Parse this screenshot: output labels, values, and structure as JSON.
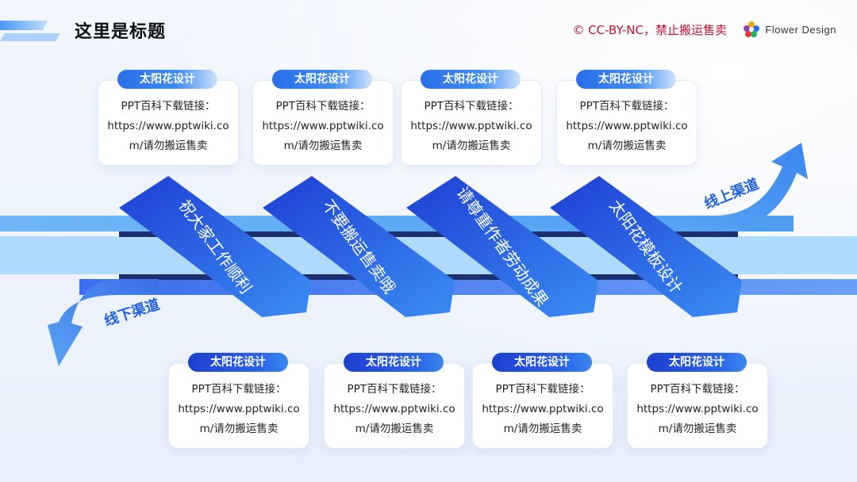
{
  "header": {
    "title": "这里是标题",
    "copyright": "© CC-BY-NC，禁止搬运售卖",
    "brand": "Flower Design"
  },
  "channels": {
    "online": "线上渠道",
    "offline": "线下渠道"
  },
  "blocks": [
    {
      "text": "祝大家工作顺利"
    },
    {
      "text": "不要搬运售卖哦"
    },
    {
      "text": "请尊重作者劳动成果"
    },
    {
      "text": "太阳花模板设计"
    }
  ],
  "top_cards": [
    {
      "pill": "太阳花设计",
      "line1": "PPT百科下载链接：",
      "line2": "https://www.pptwiki.co",
      "line3": "m/请勿搬运售卖"
    },
    {
      "pill": "太阳花设计",
      "line1": "PPT百科下载链接：",
      "line2": "https://www.pptwiki.co",
      "line3": "m/请勿搬运售卖"
    },
    {
      "pill": "太阳花设计",
      "line1": "PPT百科下载链接：",
      "line2": "https://www.pptwiki.co",
      "line3": "m/请勿搬运售卖"
    },
    {
      "pill": "太阳花设计",
      "line1": "PPT百科下载链接：",
      "line2": "https://www.pptwiki.co",
      "line3": "m/请勿搬运售卖"
    }
  ],
  "bottom_cards": [
    {
      "pill": "太阳花设计",
      "line1": "PPT百科下载链接：",
      "line2": "https://www.pptwiki.co",
      "line3": "m/请勿搬运售卖"
    },
    {
      "pill": "太阳花设计",
      "line1": "PPT百科下载链接：",
      "line2": "https://www.pptwiki.co",
      "line3": "m/请勿搬运售卖"
    },
    {
      "pill": "太阳花设计",
      "line1": "PPT百科下载链接：",
      "line2": "https://www.pptwiki.co",
      "line3": "m/请勿搬运售卖"
    },
    {
      "pill": "太阳花设计",
      "line1": "PPT百科下载链接：",
      "line2": "https://www.pptwiki.co",
      "line3": "m/请勿搬运售卖"
    }
  ],
  "colors": {
    "accent": "#2a6ee8",
    "dark_blue": "#1f3fd0",
    "light_band": "#9fd0fb",
    "copyright": "#c8102e"
  }
}
